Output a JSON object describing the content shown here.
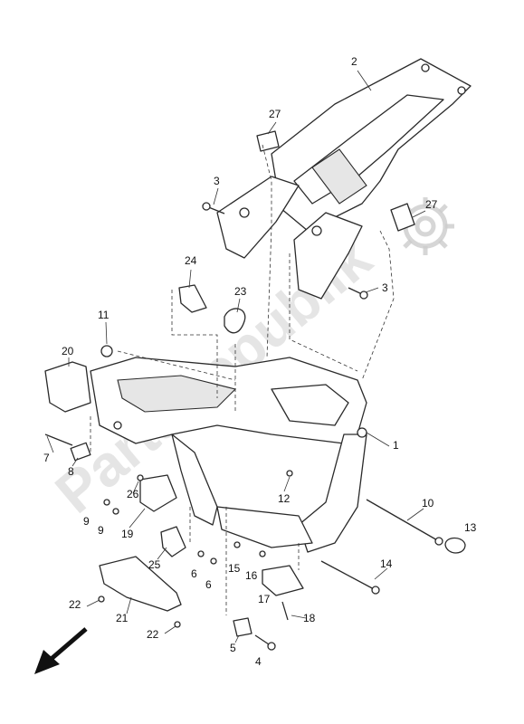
{
  "watermark": {
    "text": "PartsRepublik",
    "color": "#d0d0d0",
    "icon": "gear-icon"
  },
  "callouts": [
    "1",
    "2",
    "3",
    "3",
    "4",
    "5",
    "6",
    "6",
    "7",
    "8",
    "9",
    "9",
    "10",
    "11",
    "12",
    "13",
    "14",
    "15",
    "16",
    "17",
    "18",
    "19",
    "20",
    "21",
    "22",
    "22",
    "23",
    "24",
    "25",
    "26",
    "27",
    "27"
  ],
  "direction_indicator": "front-arrow-icon"
}
